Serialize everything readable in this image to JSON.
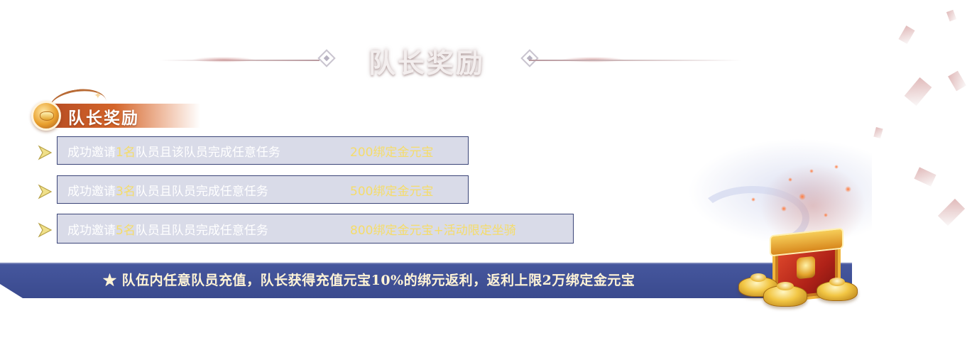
{
  "header": {
    "title": "队长奖励"
  },
  "section": {
    "title": "队长奖励",
    "icon": "gold-ingot-icon"
  },
  "rewards": [
    {
      "pre": "成功邀请",
      "count": "1名",
      "post": "队员且该队员完成任意任务",
      "reward": "200绑定金元宝"
    },
    {
      "pre": "成功邀请",
      "count": "3名",
      "post": "队员且队员完成任意任务",
      "reward": "500绑定金元宝"
    },
    {
      "pre": "成功邀请",
      "count": "5名",
      "post": "队员且队员完成任意任务",
      "reward": "800绑定金元宝+活动限定坐骑"
    }
  ],
  "banner": {
    "star": "★",
    "text": "队伍内任意队员充值，队长获得充值元宝10%的绑元返利，返利上限2万绑定金元宝"
  },
  "colors": {
    "banner_blue": "#3f4f95",
    "highlight_gold": "#f5dc6a",
    "row_border": "#3b4578",
    "badge_orange": "#c95a27"
  },
  "decor": {
    "chest": "treasure-chest-icon",
    "ingots": "gold-ingot-icon"
  }
}
